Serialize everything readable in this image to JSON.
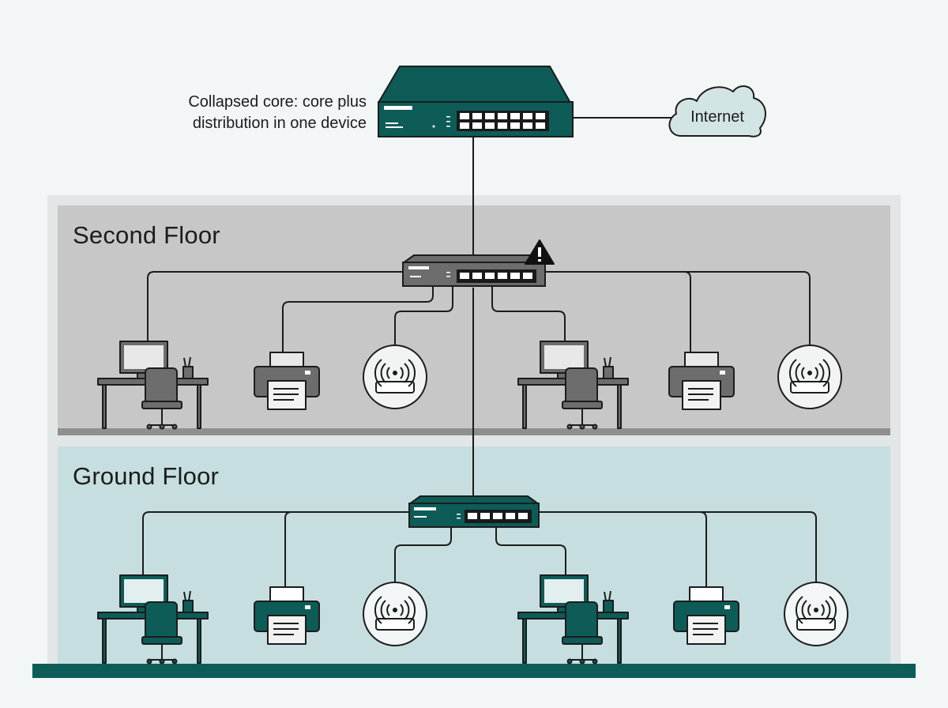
{
  "core": {
    "caption_line1": "Collapsed core: core plus",
    "caption_line2": "distribution in one device",
    "icon": "rack-switch-icon",
    "color": "#0d5c58"
  },
  "internet": {
    "label": "Internet",
    "icon": "cloud-icon"
  },
  "floors": [
    {
      "label": "Second Floor",
      "background": "#c7c7c7",
      "switch_status": "warning-triangle-icon",
      "device_color": "#6d6d6d"
    },
    {
      "label": "Ground Floor",
      "background": "#c6dedf",
      "device_color": "#0d5c58"
    }
  ],
  "colors": {
    "page_background": "#f2f6f7",
    "teal": "#0d5c58",
    "grey_device": "#6d6d6d",
    "link_line": "#1c1c1c"
  },
  "devices_per_floor": [
    "desktop-workstation-icon",
    "printer-icon",
    "wireless-access-point-icon",
    "desktop-workstation-icon",
    "printer-icon",
    "wireless-access-point-icon"
  ]
}
